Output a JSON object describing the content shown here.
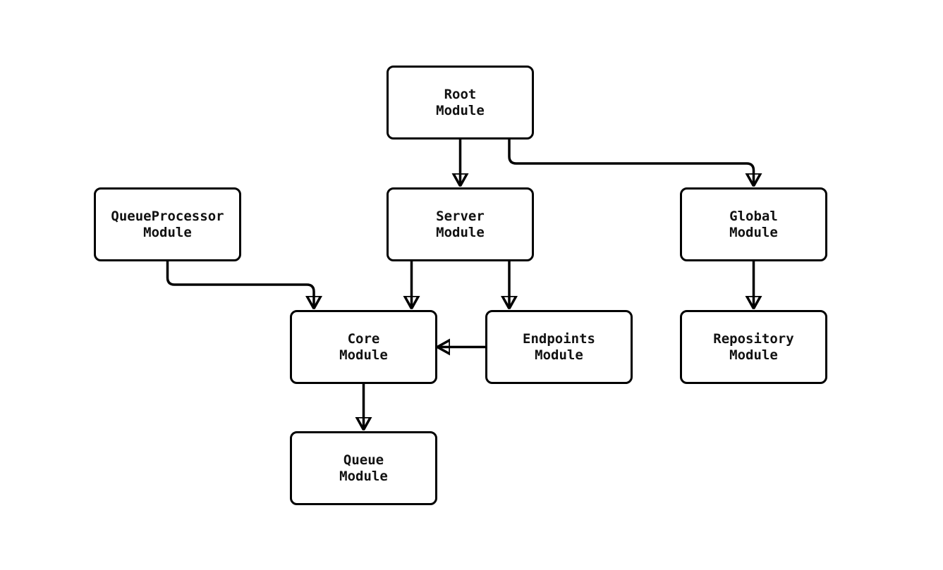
{
  "page": {
    "background_color": "#ffffff"
  },
  "diagram": {
    "type": "module-dependency-flowchart",
    "stroke_color": "#000000",
    "node_fill_color": "#ffffff",
    "text_color": "#111111",
    "nodes": [
      {
        "id": "root",
        "label": "Root\nModule"
      },
      {
        "id": "queueprocessor",
        "label": "QueueProcessor\nModule"
      },
      {
        "id": "server",
        "label": "Server\nModule"
      },
      {
        "id": "global",
        "label": "Global\nModule"
      },
      {
        "id": "core",
        "label": "Core\nModule"
      },
      {
        "id": "endpoints",
        "label": "Endpoints\nModule"
      },
      {
        "id": "repository",
        "label": "Repository\nModule"
      },
      {
        "id": "queue",
        "label": "Queue\nModule"
      }
    ],
    "edges": [
      {
        "from": "root",
        "to": "server"
      },
      {
        "from": "root",
        "to": "global"
      },
      {
        "from": "queueprocessor",
        "to": "core"
      },
      {
        "from": "server",
        "to": "core"
      },
      {
        "from": "server",
        "to": "endpoints"
      },
      {
        "from": "endpoints",
        "to": "core"
      },
      {
        "from": "global",
        "to": "repository"
      },
      {
        "from": "core",
        "to": "queue"
      }
    ]
  }
}
